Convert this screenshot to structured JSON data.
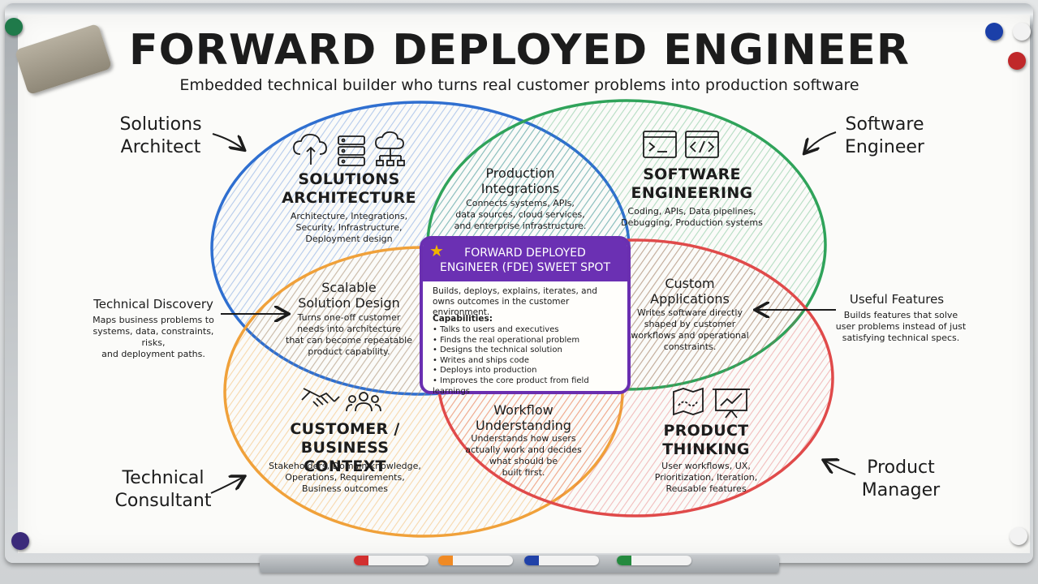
{
  "title": "FORWARD DEPLOYED ENGINEER",
  "subtitle": "Embedded technical builder who turns real customer problems into production software",
  "roles": {
    "solutions_architect": "Solutions\nArchitect",
    "software_engineer": "Software\nEngineer",
    "technical_consultant": "Technical\nConsultant",
    "product_manager": "Product\nManager"
  },
  "circles": {
    "solutions_architecture": {
      "heading": "SOLUTIONS\nARCHITECTURE",
      "body": "Architecture, Integrations,\nSecurity, Infrastructure,\nDeployment design",
      "color": "#2f6fd0"
    },
    "software_engineering": {
      "heading": "SOFTWARE\nENGINEERING",
      "body": "Coding, APIs, Data pipelines,\nDebugging, Production systems",
      "color": "#2fa35a"
    },
    "customer_business_context": {
      "heading": "CUSTOMER / BUSINESS\nCONTEXT",
      "body": "Stakeholders, Domain knowledge,\nOperations, Requirements,\nBusiness outcomes",
      "color": "#f0a13a"
    },
    "product_thinking": {
      "heading": "PRODUCT\nTHINKING",
      "body": "User workflows, UX,\nPrioritization, Iteration,\nReusable features",
      "color": "#e04a4a"
    }
  },
  "overlaps": {
    "production_integrations": {
      "heading": "Production\nIntegrations",
      "body": "Connects systems, APIs,\ndata sources, cloud services,\nand enterprise infrastructure."
    },
    "scalable_solution_design": {
      "heading": "Scalable\nSolution Design",
      "body": "Turns one-off customer\nneeds into architecture\nthat can become repeatable\nproduct capability."
    },
    "custom_applications": {
      "heading": "Custom\nApplications",
      "body": "Writes software directly\nshaped by customer\nworkflows and operational\nconstraints."
    },
    "workflow_understanding": {
      "heading": "Workflow\nUnderstanding",
      "body": "Understands how users\nactually work and decides\nwhat should be\nbuilt first."
    }
  },
  "sweet_spot": {
    "heading": "FORWARD DEPLOYED\nENGINEER (FDE) SWEET SPOT",
    "lead": "Builds, deploys, explains, iterates, and owns outcomes in the customer environment.",
    "capabilities_label": "Capabilities:",
    "capabilities": [
      "• Talks to users and executives",
      "• Finds the real operational problem",
      "• Designs the technical solution",
      "• Writes and ships code",
      "• Deploys into production",
      "• Improves the core product from field learnings"
    ],
    "color": "#6b30b3"
  },
  "side_notes": {
    "technical_discovery": {
      "heading": "Technical Discovery",
      "body": "Maps business problems to\nsystems, data, constraints, risks,\nand deployment paths."
    },
    "useful_features": {
      "heading": "Useful Features",
      "body": "Builds features that solve\nuser problems instead of just\nsatisfying technical specs."
    }
  },
  "icons": [
    "cloud-upload-icon",
    "server-rack-icon",
    "network-icon",
    "terminal-icon",
    "code-icon",
    "handshake-icon",
    "people-icon",
    "map-icon",
    "presentation-chart-icon",
    "star-icon"
  ]
}
